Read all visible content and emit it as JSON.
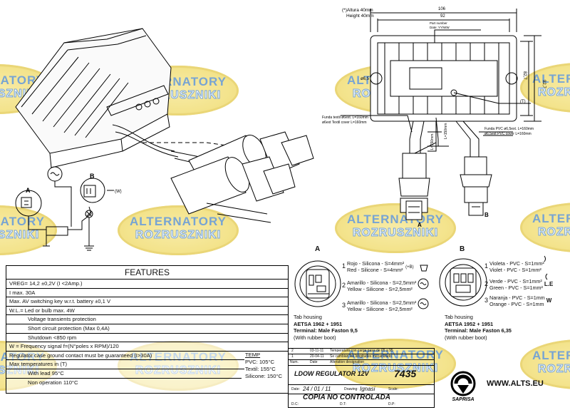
{
  "watermark": {
    "line1": "ALTERNATORY",
    "line2": "ROZRUSZNIKI"
  },
  "features": {
    "title": "FEATURES",
    "rows": [
      {
        "text": "VREG= 14,2 ±0,2V (I <2Amp.)",
        "indent": false
      },
      {
        "text": "I max. 30A",
        "indent": false
      },
      {
        "text": "Max. AV switching key w.r.t. battery  ±0,1 V",
        "indent": false
      },
      {
        "text": "W.L.= Led or bulb max. 4W",
        "indent": false
      },
      {
        "text": "Voltage transients protection",
        "indent": true
      },
      {
        "text": "Short circuit protection (Max 0,4A)",
        "indent": true
      },
      {
        "text": "Shutdown <850 rpm",
        "indent": true
      },
      {
        "text": "W = Frequency signal f=(N°poles x RPM)/120",
        "indent": false
      },
      {
        "text": "Regulator case ground contact must be guaranteed (I>30A)",
        "indent": false
      },
      {
        "text": "Max temperatures in (T)",
        "indent": false
      },
      {
        "text": "With lead 95°C",
        "indent": true
      },
      {
        "text": "Non operation 110°C",
        "indent": true
      }
    ]
  },
  "temp": {
    "title": "TEMP",
    "lines": [
      "PVC: 105°C",
      "Textil: 155°C",
      "Silicone: 150°C"
    ]
  },
  "dims": {
    "altura": "(*)Altura 40mm",
    "height": "Height 40mm",
    "w106": "106",
    "w92": "92",
    "h827": "82,7",
    "h927": "92,7",
    "hole": "ø6,5",
    "part": "Part number",
    "date": "Date: YY/WW",
    "t": "(T)"
  },
  "cables": {
    "left1": "Funda textil ø6ext. L=160mm",
    "left2": "ø6ext Textil cover L=160mm",
    "right1": "Funda PVC ø6,5ext. L=160mm",
    "right2": "ø6,5ext PVC cover L=160mm",
    "l150a": "L=150mm",
    "l150b": "L=150mm",
    "a": "A",
    "b": "B"
  },
  "schematic": {
    "a": "A",
    "b": "B",
    "w": "(W)"
  },
  "conn_a": {
    "label": "A",
    "pins": [
      {
        "n": "1",
        "l1": "Rojo - Silicona - S=4mm²",
        "l2": "Red - Silicone - S=4mm²",
        "tag": "(+B)"
      },
      {
        "n": "2",
        "l1": "Amarillo - Silicona - S=2,5mm²",
        "l2": "Yellow - Silicone - S=2,5mm²",
        "tag": ""
      },
      {
        "n": "3",
        "l1": "Amarillo - Silicona - S=2,5mm²",
        "l2": "Yellow - Silicone - S=2,5mm²",
        "tag": ""
      }
    ],
    "housing": "Tab housing",
    "aetsa": "AETSA 1962 + 1951",
    "terminal": "Terminal: Male Faston 9,5",
    "boot": "(With rubber boot)"
  },
  "conn_b": {
    "label": "B",
    "pins": [
      {
        "n": "1",
        "l1": "Violeta - PVC - S=1mm²",
        "l2": "Violet - PVC - S=1mm²",
        "tag": ""
      },
      {
        "n": "2",
        "l1": "Verde - PVC - S=1mm²",
        "l2": "Green - PVC - S=1mm²",
        "tag": "L.E"
      },
      {
        "n": "3",
        "l1": "Naranja - PVC - S=1mm",
        "l2": "Orange - PVC - S=1mm",
        "tag": "W"
      }
    ],
    "housing": "Tab housing",
    "aetsa": "AETSA 1952 + 1951",
    "terminal": "Terminal: Male Faston 6,35",
    "boot": "(With rubber boot)"
  },
  "titleblock": {
    "rev2": {
      "n": "2",
      "date": "03-11-11",
      "text": "Temperatura con carga pasa de 65 a 95"
    },
    "rev1": {
      "n": "1",
      "date": "20-04-11",
      "text": "Se cambian las longitudes mecanizado"
    },
    "hdr": {
      "n": "Num.",
      "date": "Date",
      "text": "Alteration designation"
    },
    "title": "LDOW REGULATOR 12V",
    "number": "7435",
    "date_label": "Date:",
    "date": "24 / 01 / 11",
    "drawing_label": "Drawing:",
    "drawing": "Ignasi",
    "scale": "Scale:",
    "copia": "COPIA NO CONTROLADA",
    "dc": "D.C:",
    "dt": "D.T:",
    "dp": "D.P:"
  },
  "brand": {
    "logo": "SAPRISA",
    "url": "WWW.ALTS.EU"
  }
}
